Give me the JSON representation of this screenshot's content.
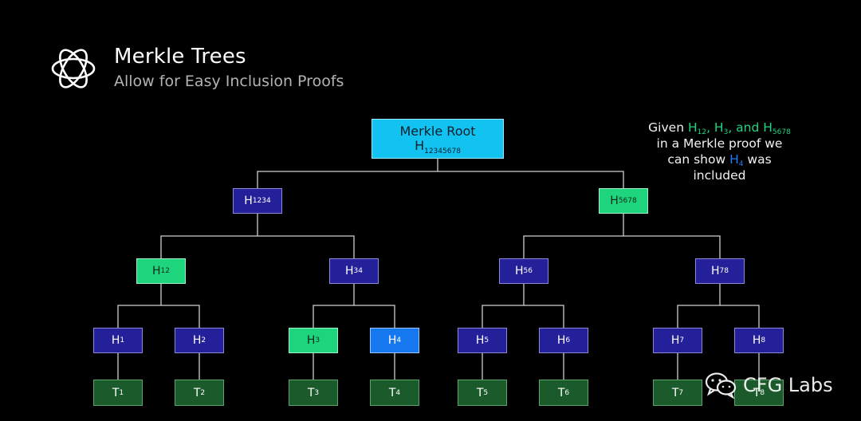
{
  "header": {
    "title": "Merkle Trees",
    "subtitle": "Allow for Easy Inclusion Proofs"
  },
  "note": {
    "line1_prefix": "Given ",
    "proof_1": "H",
    "proof_1_sub": "12",
    "sep_1": ", ",
    "proof_2": "H",
    "proof_2_sub": "3",
    "sep_2": ", and ",
    "proof_3": "H",
    "proof_3_sub": "5678",
    "line2": "in a Merkle proof we",
    "line3_prefix": "can show ",
    "target": "H",
    "target_sub": "4",
    "line3_suffix": " was",
    "line4": "included"
  },
  "tree": {
    "root": {
      "label": "Merkle Root",
      "hash": "H",
      "hash_sub": "12345678"
    },
    "level1": [
      {
        "label": "H",
        "sub": "1234",
        "state": "normal"
      },
      {
        "label": "H",
        "sub": "5678",
        "state": "proof"
      }
    ],
    "level2": [
      {
        "label": "H",
        "sub": "12",
        "state": "proof"
      },
      {
        "label": "H",
        "sub": "34",
        "state": "normal"
      },
      {
        "label": "H",
        "sub": "56",
        "state": "normal"
      },
      {
        "label": "H",
        "sub": "78",
        "state": "normal"
      }
    ],
    "level3": [
      {
        "label": "H",
        "sub": "1",
        "state": "normal"
      },
      {
        "label": "H",
        "sub": "2",
        "state": "normal"
      },
      {
        "label": "H",
        "sub": "3",
        "state": "proof"
      },
      {
        "label": "H",
        "sub": "4",
        "state": "target"
      },
      {
        "label": "H",
        "sub": "5",
        "state": "normal"
      },
      {
        "label": "H",
        "sub": "6",
        "state": "normal"
      },
      {
        "label": "H",
        "sub": "7",
        "state": "normal"
      },
      {
        "label": "H",
        "sub": "8",
        "state": "normal"
      }
    ],
    "leaves": [
      {
        "label": "T",
        "sub": "1"
      },
      {
        "label": "T",
        "sub": "2"
      },
      {
        "label": "T",
        "sub": "3"
      },
      {
        "label": "T",
        "sub": "4"
      },
      {
        "label": "T",
        "sub": "5"
      },
      {
        "label": "T",
        "sub": "6"
      },
      {
        "label": "T",
        "sub": "7"
      },
      {
        "label": "T",
        "sub": "8"
      }
    ]
  },
  "watermark": {
    "text": "CFG Labs",
    "icon": "wechat-icon"
  },
  "colors": {
    "background": "#000000",
    "node_normal": "#24209a",
    "node_proof": "#1ed47c",
    "node_target": "#1678ee",
    "node_root": "#12c3f2",
    "node_leaf": "#1b5a2a",
    "edge": "#cfcfcf"
  }
}
